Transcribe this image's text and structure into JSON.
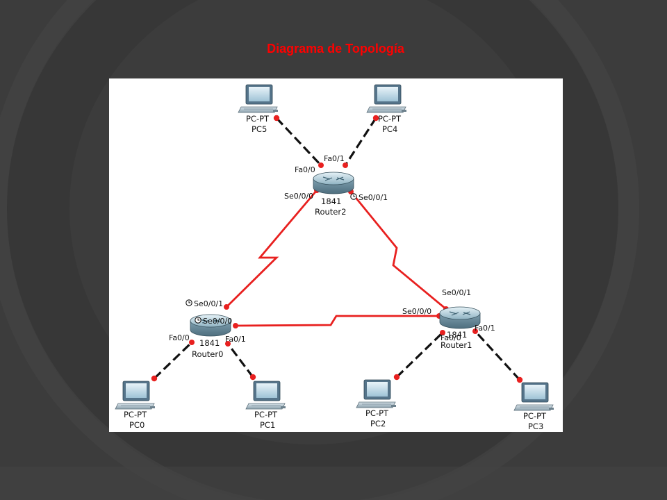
{
  "slide": {
    "title": "Diagrama de  Topología"
  },
  "colors": {
    "background": "#3c3c3c",
    "title": "#ff0000",
    "serial_link": "#e8201f",
    "ethernet_link": "#111111",
    "link_endpoint": "#e8201f"
  },
  "devices": {
    "router0": {
      "model": "1841",
      "name": "Router0"
    },
    "router1": {
      "model": "1841",
      "name": "Router1"
    },
    "router2": {
      "model": "1841",
      "name": "Router2"
    },
    "pc0": {
      "type": "PC-PT",
      "name": "PC0"
    },
    "pc1": {
      "type": "PC-PT",
      "name": "PC1"
    },
    "pc2": {
      "type": "PC-PT",
      "name": "PC2"
    },
    "pc3": {
      "type": "PC-PT",
      "name": "PC3"
    },
    "pc4": {
      "type": "PC-PT",
      "name": "PC4"
    },
    "pc5": {
      "type": "PC-PT",
      "name": "PC5"
    }
  },
  "interfaces": {
    "r2_fa0_0": "Fa0/0",
    "r2_fa0_1": "Fa0/1",
    "r2_se0_0_0": "Se0/0/0",
    "r2_se0_0_1": "Se0/0/1",
    "r0_se0_0_1": "Se0/0/1",
    "r0_se0_0_0": "Se0/0/0",
    "r0_fa0_0": "Fa0/0",
    "r0_fa0_1": "Fa0/1",
    "r1_se0_0_1": "Se0/0/1",
    "r1_se0_0_0": "Se0/0/0",
    "r1_fa0_0": "Fa0/0",
    "r1_fa0_1": "Fa0/1"
  },
  "icons": {
    "router": "router-icon",
    "pc": "pc-icon",
    "clock": "dce-clock-icon"
  }
}
